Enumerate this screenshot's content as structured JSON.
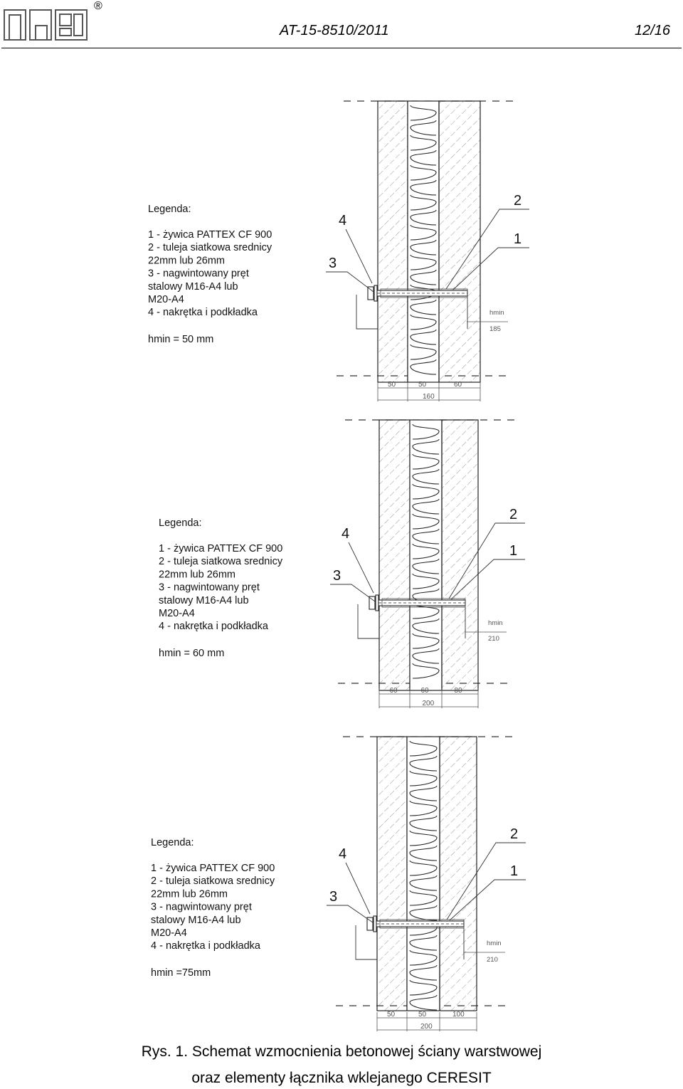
{
  "header": {
    "doc_id": "AT-15-8510/2011",
    "page": "12/16",
    "registered_mark": "®"
  },
  "details": [
    {
      "legend_title": "Legenda:",
      "legend_items": [
        "1 - żywica PATTEX CF 900",
        "2 - tuleja siatkowa srednicy",
        "22mm lub 26mm",
        "3 - nagwintowany pręt",
        "stalowy M16-A4 lub",
        "M20-A4",
        "4 - nakrętka i podkładka"
      ],
      "hmin_note": "hmin = 50 mm",
      "callouts": [
        "1",
        "2",
        "3",
        "4"
      ],
      "hmin_label": "hmin",
      "hmin_value": "185",
      "layer_dims": [
        "50",
        "50",
        "60"
      ],
      "total_dim": "160"
    },
    {
      "legend_title": "Legenda:",
      "legend_items": [
        "1 - żywica PATTEX CF 900",
        "2 - tuleja siatkowa srednicy",
        "22mm lub 26mm",
        "3 - nagwintowany pręt",
        "stalowy M16-A4 lub",
        "M20-A4",
        "4 - nakrętka i podkładka"
      ],
      "hmin_note": "hmin = 60 mm",
      "callouts": [
        "1",
        "2",
        "3",
        "4"
      ],
      "hmin_label": "hmin",
      "hmin_value": "210",
      "layer_dims": [
        "60",
        "60",
        "80"
      ],
      "total_dim": "200"
    },
    {
      "legend_title": "Legenda:",
      "legend_items": [
        "1 - żywica PATTEX CF 900",
        "2 - tuleja siatkowa srednicy",
        "22mm lub 26mm",
        "3 - nagwintowany pręt",
        "stalowy M16-A4 lub",
        "M20-A4",
        "4 - nakrętka i podkładka"
      ],
      "hmin_note": "hmin =75mm",
      "callouts": [
        "1",
        "2",
        "3",
        "4"
      ],
      "hmin_label": "hmin",
      "hmin_value": "210",
      "layer_dims": [
        "50",
        "50",
        "100"
      ],
      "total_dim": "200"
    }
  ],
  "caption": {
    "line1": "Rys. 1. Schemat wzmocnienia betonowej ściany warstwowej",
    "line2": "oraz elementy łącznika wklejanego CERESIT"
  }
}
